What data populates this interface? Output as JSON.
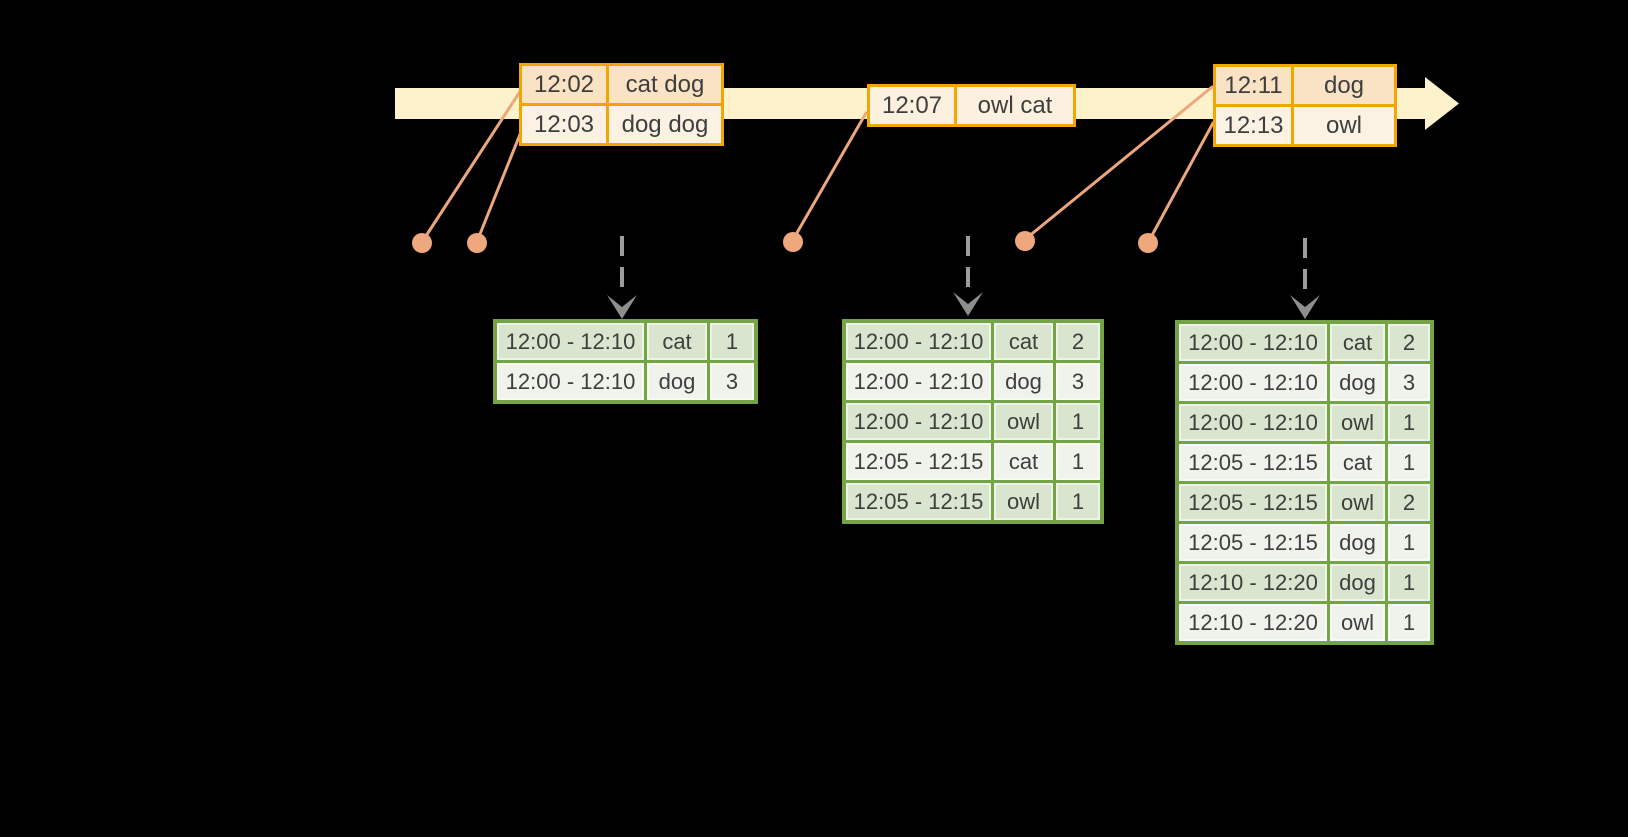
{
  "colors": {
    "background": "#000000",
    "timeline_band": "#FDF2CC",
    "event_table_border": "#F2A602",
    "event_row_dark": "#FAE2C4",
    "event_row_light": "#FCF2E3",
    "connector_salmon": "#EDA77D",
    "result_table_border": "#74A443",
    "result_row_dark": "#D9E5CE",
    "result_row_light": "#EFF3EB",
    "trigger_arrow_gray": "#9D9D9D",
    "text": "#3E3E3E"
  },
  "event_tables": [
    {
      "id": "events-1202-1203",
      "rows": [
        [
          "12:02",
          "cat dog"
        ],
        [
          "12:03",
          "dog dog"
        ]
      ]
    },
    {
      "id": "events-1207",
      "rows": [
        [
          "12:07",
          "owl cat"
        ]
      ]
    },
    {
      "id": "events-1211-1213",
      "rows": [
        [
          "12:11",
          "dog"
        ],
        [
          "12:13",
          "owl"
        ]
      ]
    }
  ],
  "result_tables": [
    {
      "id": "windowed-counts-1",
      "rows": [
        [
          "12:00 - 12:10",
          "cat",
          "1"
        ],
        [
          "12:00 - 12:10",
          "dog",
          "3"
        ]
      ]
    },
    {
      "id": "windowed-counts-2",
      "rows": [
        [
          "12:00 - 12:10",
          "cat",
          "2"
        ],
        [
          "12:00 - 12:10",
          "dog",
          "3"
        ],
        [
          "12:00 - 12:10",
          "owl",
          "1"
        ],
        [
          "12:05 - 12:15",
          "cat",
          "1"
        ],
        [
          "12:05 - 12:15",
          "owl",
          "1"
        ]
      ]
    },
    {
      "id": "windowed-counts-3",
      "rows": [
        [
          "12:00 - 12:10",
          "cat",
          "2"
        ],
        [
          "12:00 - 12:10",
          "dog",
          "3"
        ],
        [
          "12:00 - 12:10",
          "owl",
          "1"
        ],
        [
          "12:05 - 12:15",
          "cat",
          "1"
        ],
        [
          "12:05 - 12:15",
          "owl",
          "2"
        ],
        [
          "12:05 - 12:15",
          "dog",
          "1"
        ],
        [
          "12:10 - 12:20",
          "dog",
          "1"
        ],
        [
          "12:10 - 12:20",
          "owl",
          "1"
        ]
      ]
    }
  ],
  "figure": {
    "event_dot_count": 5,
    "trigger_arrow_count": 3
  }
}
